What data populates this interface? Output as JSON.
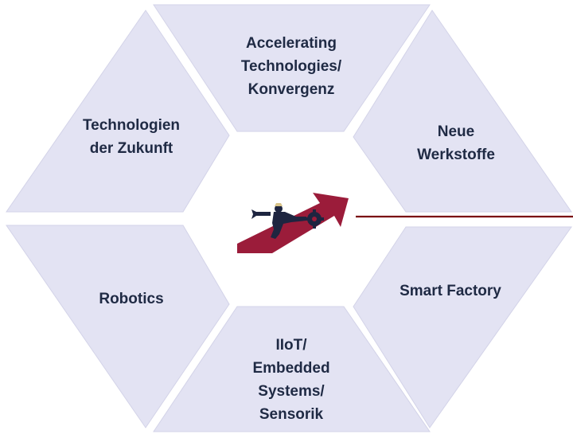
{
  "segments": {
    "top": [
      "Accelerating",
      "Technologies/",
      "Konvergenz"
    ],
    "upper_left": [
      "Technologien",
      "der Zukunft"
    ],
    "upper_right": [
      "Neue",
      "Werkstoffe"
    ],
    "lower_left": [
      "Robotics"
    ],
    "lower_right": [
      "Smart Factory"
    ],
    "bottom": [
      "IIoT/",
      "Embedded",
      "Systems/",
      "Sensorik"
    ]
  },
  "colors": {
    "segment_fill": "#e3e3f3",
    "text": "#1f2a44",
    "arrow": "#9b1c3a",
    "connector_line": "#7a0a10",
    "figure": "#1e2540"
  },
  "center_icon": "person-pushing-gear-on-arrow-icon"
}
